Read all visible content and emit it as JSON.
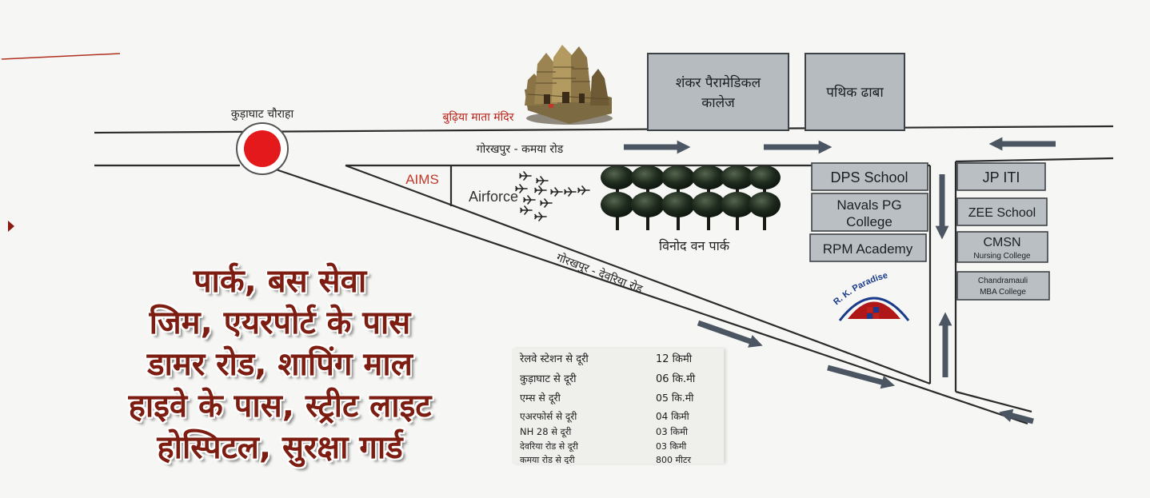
{
  "map": {
    "junction_label": "कुड़ाघाट चौराहा",
    "temple_label": "बुढ़िया माता मंदिर",
    "main_road_label": "गोरखपुर - कमया रोड",
    "diagonal_road_label": "गोरखपुर - देवरिया रोड",
    "park_label": "विनोद वन पार्क",
    "aims_label": "AIMS",
    "airforce_label": "Airforce",
    "shankar_college": [
      "शंकर पैरामेडिकल",
      "कालेज"
    ],
    "pathik_dhaba": "पथिक ढाबा",
    "left_column": [
      {
        "lines": [
          "DPS School"
        ]
      },
      {
        "lines": [
          "Navals PG",
          "College"
        ]
      },
      {
        "lines": [
          "RPM Academy"
        ]
      }
    ],
    "right_column": [
      {
        "title": "JP ITI"
      },
      {
        "title": "ZEE School"
      },
      {
        "title": "CMSN",
        "sub": "Nursing College"
      },
      {
        "title": "Chandramauli",
        "sub": "MBA College"
      }
    ],
    "logo_text": "R. K. Paradise"
  },
  "features": [
    "पार्क, बस सेवा",
    "जिम, एयरपोर्ट के पास",
    "डामर रोड, शापिंग माल",
    "हाइवे के पास, स्ट्रीट लाइट",
    "होस्पिटल, सुरक्षा गार्ड"
  ],
  "distances": [
    {
      "place": "रेलवे स्टेशन से दूरी",
      "value": "12 किमी"
    },
    {
      "place": "कुड़ाघाट से दूरी",
      "value": "06 कि.मी"
    },
    {
      "place": "एम्स से दूरी",
      "value": "05 कि.मी"
    },
    {
      "place": "एअरफोर्स से दूरी",
      "value": "04 किमी"
    },
    {
      "place": "NH 28 से दूरी",
      "value": "03 किमी"
    },
    {
      "place": "देवरिया रोड से दूरी",
      "value": "03 किमी"
    },
    {
      "place": "कमया रोड से दूरी",
      "value": "800 मीटर"
    }
  ],
  "colors": {
    "junction_red": "#e3191c",
    "feature_text": "#7d1c10",
    "label_red": "#c0392b",
    "building_fill": "#b9bfc3",
    "arrow": "#4b5662",
    "logo_dome": "#b01818",
    "logo_outline": "#1a3b8a"
  },
  "icons": [
    "temple-icon",
    "tree-icon",
    "airplane-icon",
    "direction-arrow-icon",
    "junction-marker-icon",
    "logo-house-icon"
  ]
}
